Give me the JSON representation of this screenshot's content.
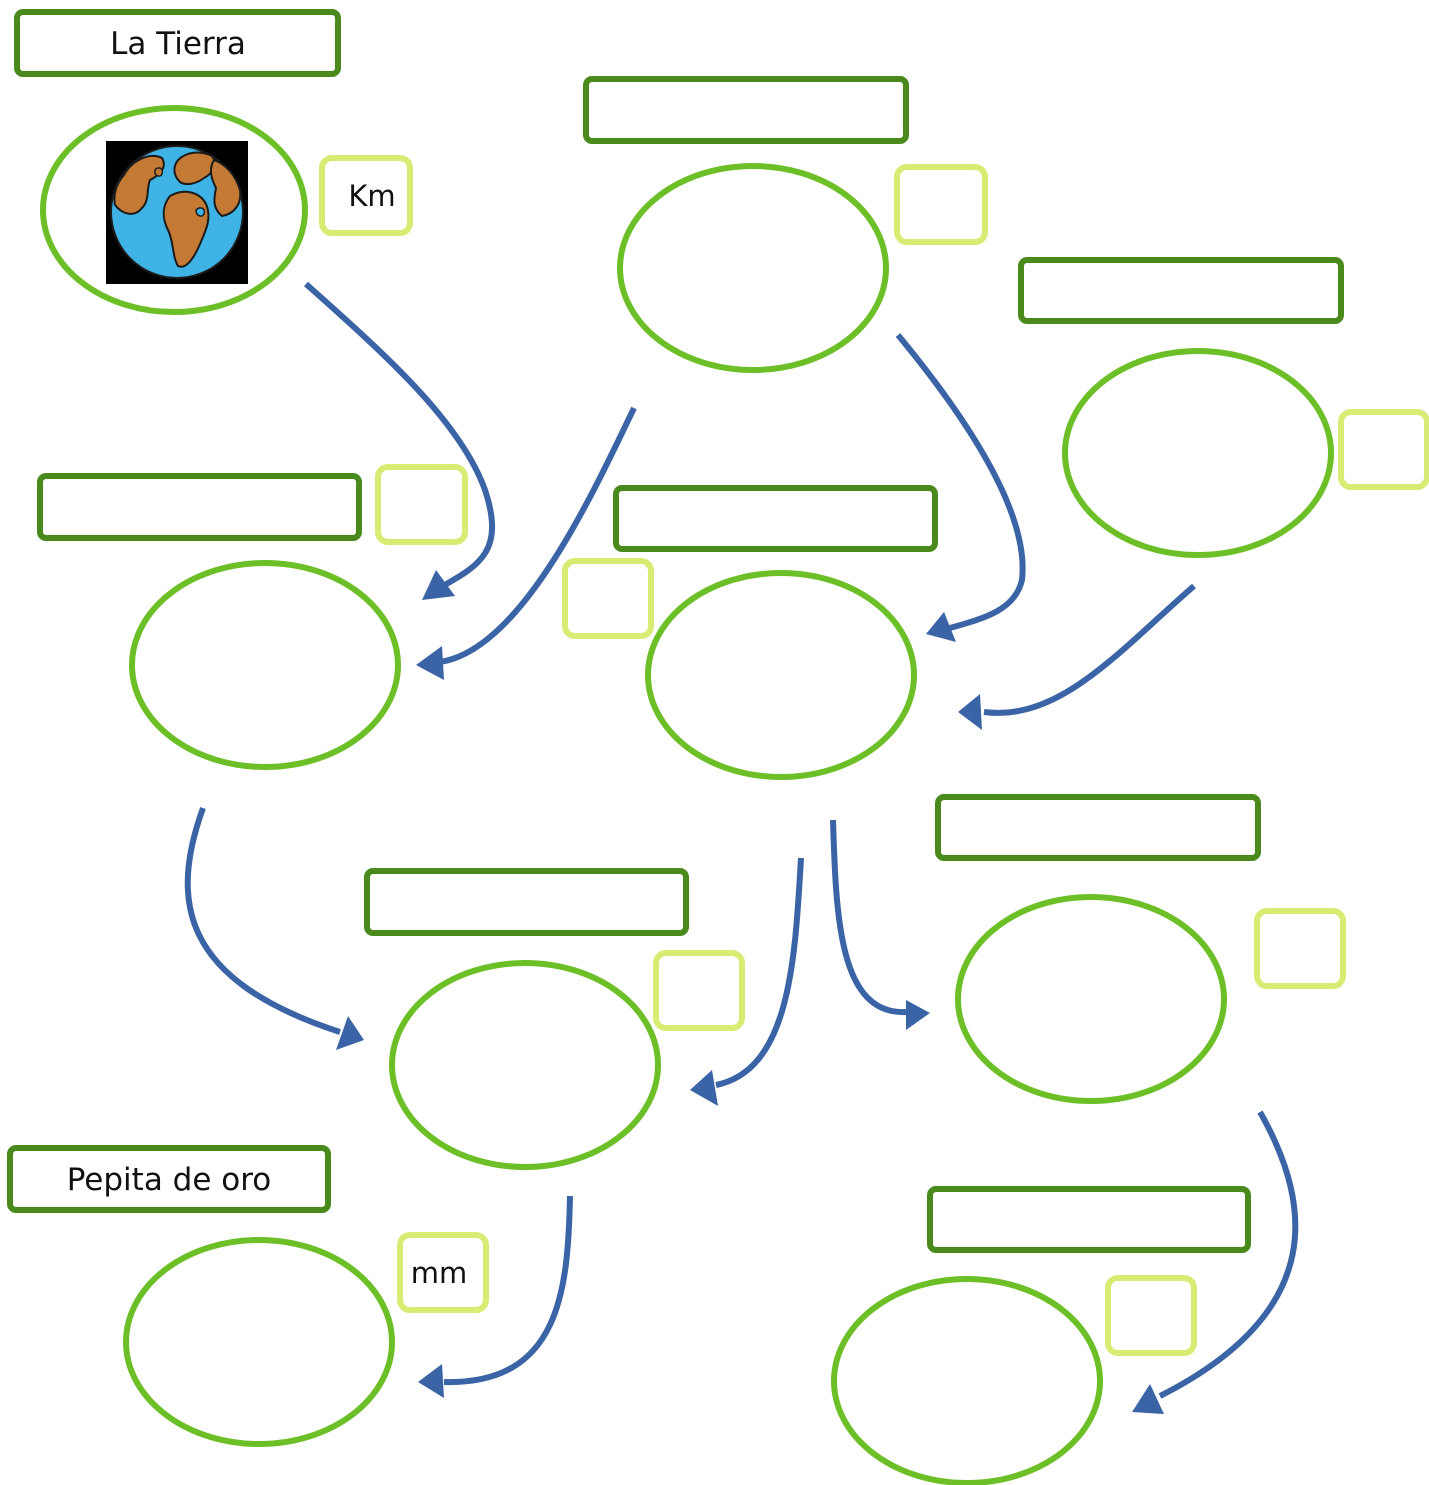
{
  "colors": {
    "label_stroke": "#4a8a1c",
    "ellipse_stroke": "#6cbf26",
    "unit_stroke": "#d6ec72",
    "arrow": "#3b64a6",
    "globe_ocean": "#3fb3e5",
    "globe_land": "#c47a35"
  },
  "nodes": {
    "tierra": {
      "label": "La Tierra",
      "unit": "Km",
      "icon": "globe-icon"
    },
    "n1": {
      "label": "",
      "unit": ""
    },
    "n2": {
      "label": "",
      "unit": ""
    },
    "n3": {
      "label": "",
      "unit": ""
    },
    "n4": {
      "label": "",
      "unit": ""
    },
    "n5": {
      "label": "",
      "unit": ""
    },
    "n6": {
      "label": "",
      "unit": ""
    },
    "n7": {
      "label": "",
      "unit": ""
    },
    "n8": {
      "label": "",
      "unit": ""
    },
    "pepita": {
      "label": "Pepita de oro",
      "unit": "mm"
    }
  }
}
